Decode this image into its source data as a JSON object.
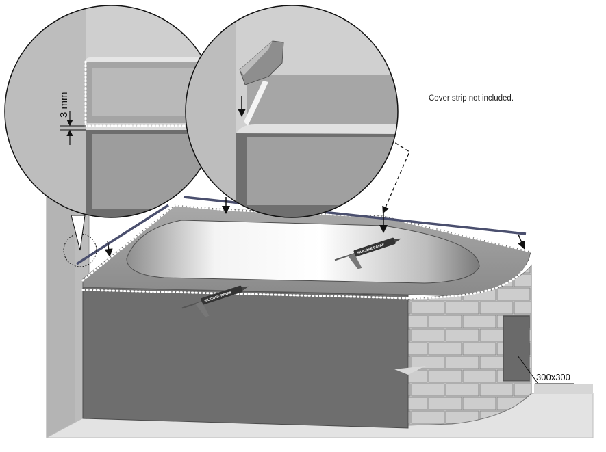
{
  "notes": {
    "cover_strip": "Cover strip not included."
  },
  "dimensions": {
    "gap": "3 mm",
    "access_hatch": "300x300"
  },
  "sealant_gun": {
    "label": "SILICONE RAVAK"
  },
  "colors": {
    "panel": "#6d6d6d",
    "panel_dark": "#5a5a5a",
    "wall": "#b9b9b9",
    "floor": "#e4e4e4",
    "tile": "#cfcfcf",
    "tile_grout": "#8a8a8a",
    "rim": "#9c9c9c",
    "sealant_dots": "#ffffff",
    "arrow": "#111111",
    "cover_strip": "#4a4f6e"
  }
}
